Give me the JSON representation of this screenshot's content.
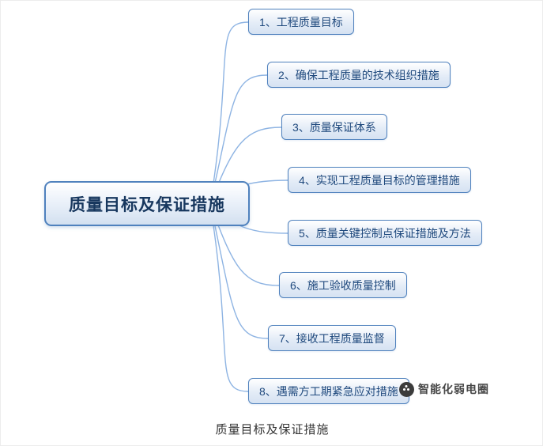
{
  "diagram": {
    "type": "mindmap",
    "root": {
      "label": "质量目标及保证措施"
    },
    "branches": [
      {
        "label": "1、工程质量目标"
      },
      {
        "label": "2、确保工程质量的技术组织措施"
      },
      {
        "label": "3、质量保证体系"
      },
      {
        "label": "4、实现工程质量目标的管理措施"
      },
      {
        "label": "5、质量关键控制点保证措施及方法"
      },
      {
        "label": "6、施工验收质量控制"
      },
      {
        "label": "7、接收工程质量监督"
      },
      {
        "label": "8、遇需方工期紧急应对措施"
      }
    ]
  },
  "watermark": {
    "text": "智能化弱电圈"
  },
  "caption": "质量目标及保证措施",
  "colors": {
    "node_border": "#4f81bd",
    "node_fill": "#d5e2f2",
    "node_text": "#1f497d",
    "connector_line": "#8eb4e3"
  }
}
